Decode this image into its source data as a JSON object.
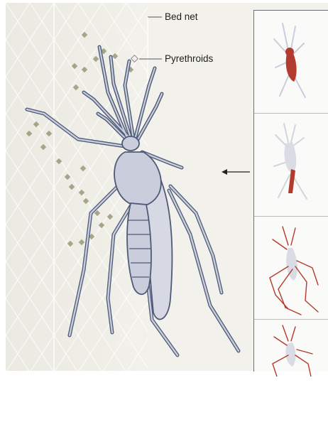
{
  "labels": {
    "bed_net": "Bed net",
    "pyrethroids": "Pyrethroids"
  },
  "colors": {
    "background": "#f2f1ec",
    "mosquito_fill": "#c9cddc",
    "mosquito_outline": "#4e5a76",
    "pyrethroid_marker": "#a6a58a",
    "highlight_red": "#b23a2e",
    "net_lines": "#ffffff",
    "panel_border": "#6f6f6f"
  },
  "panels": [
    {
      "id": "head-highlight"
    },
    {
      "id": "abdomen-highlight"
    },
    {
      "id": "legs-highlight"
    },
    {
      "id": "legs-highlight-partial"
    }
  ]
}
